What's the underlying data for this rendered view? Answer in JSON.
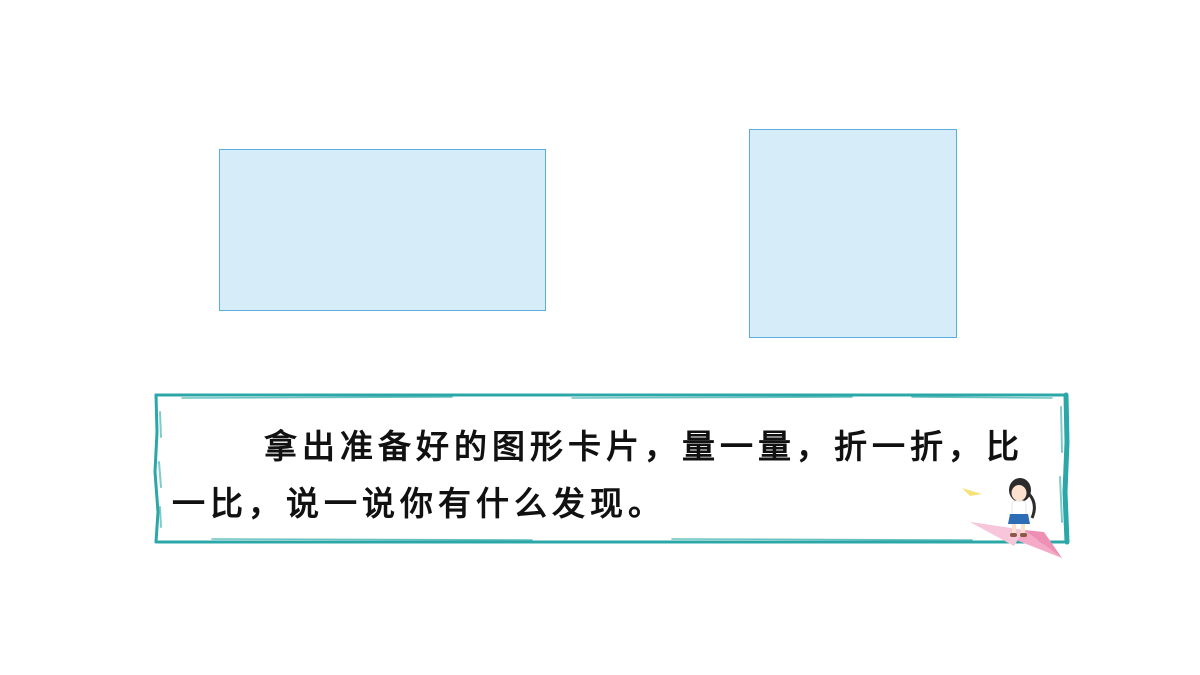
{
  "cards": {
    "fill_color": "#d6ecf9",
    "border_color": "#5aaedc",
    "rectangle": {
      "shape": "rectangle"
    },
    "square": {
      "shape": "square"
    }
  },
  "instruction": {
    "text": "拿出准备好的图形卡片，量一量，折一折，比一比，说一说你有什么发现。",
    "frame_color": "#2ba7a8"
  },
  "decoration": {
    "icon": "girl-on-paper-plane-icon",
    "plane_color": "#f4a9c6"
  }
}
